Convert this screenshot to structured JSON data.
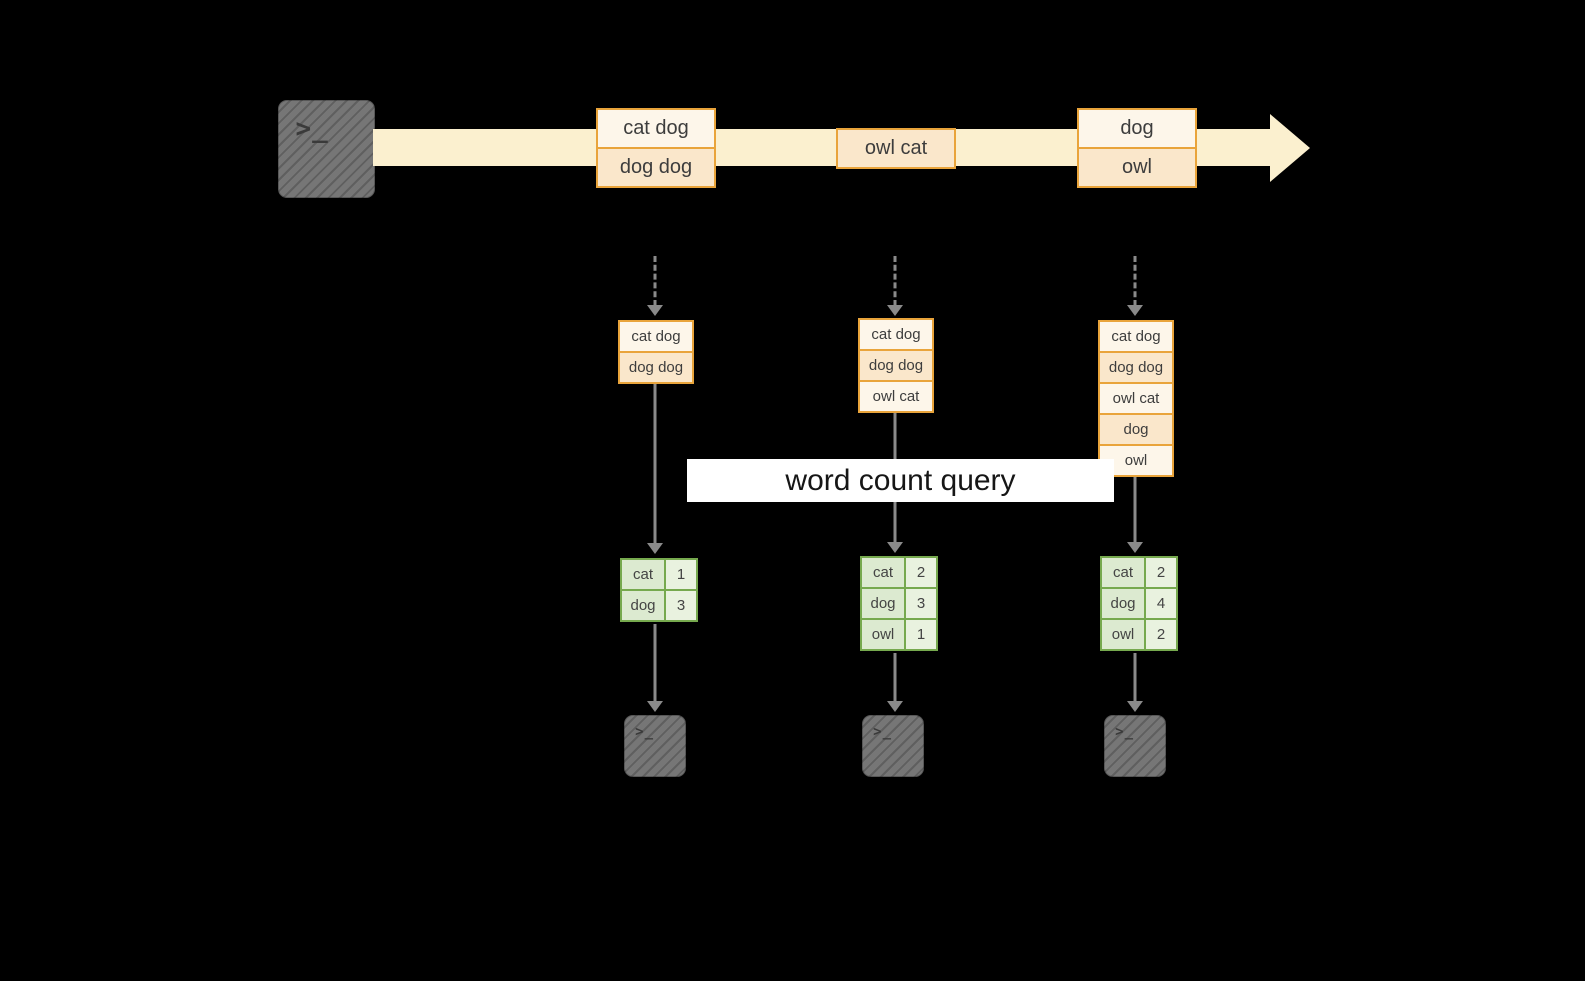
{
  "prompt_glyph": ">_",
  "timeline": {
    "batches": [
      {
        "rows": [
          "cat dog",
          "dog dog"
        ]
      },
      {
        "rows": [
          "owl cat"
        ]
      },
      {
        "rows": [
          "dog",
          "owl"
        ]
      }
    ]
  },
  "query_banner": "word count query",
  "columns": [
    {
      "state_rows": [
        "cat dog",
        "dog dog"
      ],
      "results": [
        {
          "word": "cat",
          "count": "1"
        },
        {
          "word": "dog",
          "count": "3"
        }
      ]
    },
    {
      "state_rows": [
        "cat dog",
        "dog dog",
        "owl cat"
      ],
      "results": [
        {
          "word": "cat",
          "count": "2"
        },
        {
          "word": "dog",
          "count": "3"
        },
        {
          "word": "owl",
          "count": "1"
        }
      ]
    },
    {
      "state_rows": [
        "cat dog",
        "dog dog",
        "owl cat",
        "dog",
        "owl"
      ],
      "results": [
        {
          "word": "cat",
          "count": "2"
        },
        {
          "word": "dog",
          "count": "4"
        },
        {
          "word": "owl",
          "count": "2"
        }
      ]
    }
  ],
  "colors": {
    "background": "#000000",
    "orange_border": "#e9a43b",
    "timeline_band": "#fbf0cf",
    "green_border": "#76a94e",
    "banner_bg": "#ffffff",
    "arrow_gray": "#8a8a8a"
  }
}
